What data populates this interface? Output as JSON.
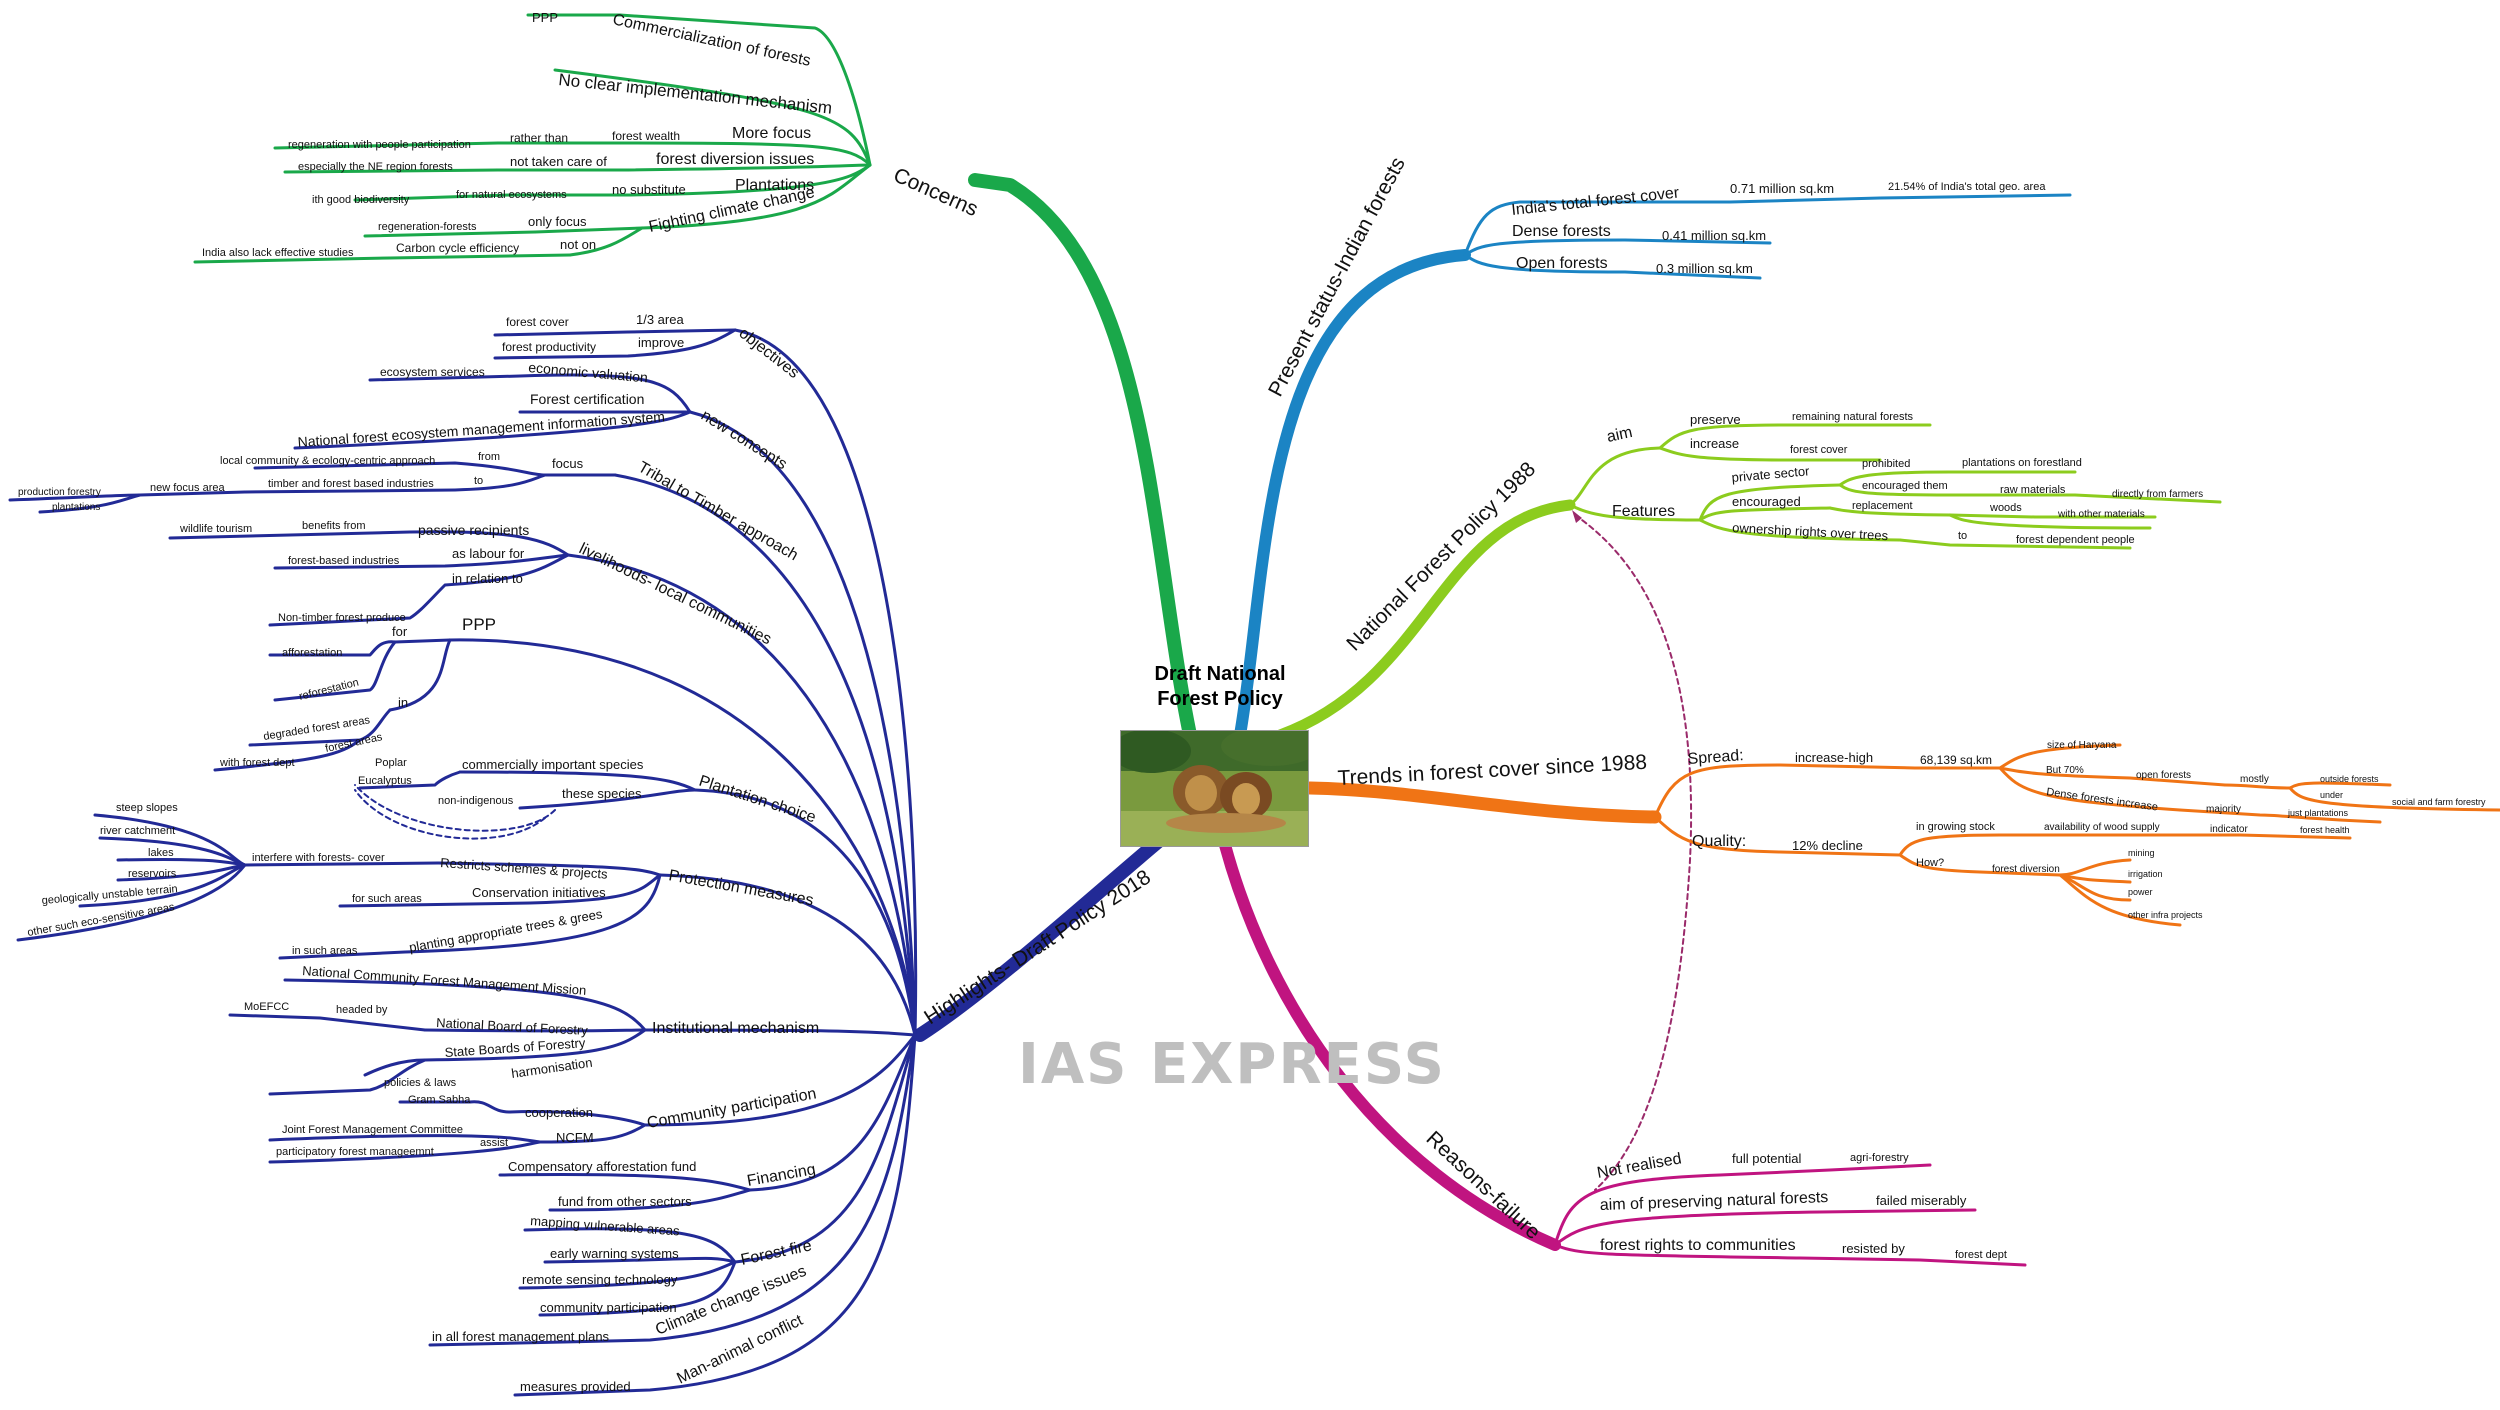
{
  "center": {
    "title_line1": "Draft National",
    "title_line2": "Forest Policy"
  },
  "watermark": "IAS EXPRESS",
  "colors": {
    "concerns": "#1aa84a",
    "highlights": "#222a96",
    "present_status": "#1b84c4",
    "nfp_1988": "#8ccc1e",
    "trends": "#f07415",
    "reasons": "#c01480",
    "dashed_links": "#9a2a6a"
  },
  "icons": {
    "center_image": "lions-photo-icon"
  },
  "branches": {
    "concerns": {
      "label": "Concerns",
      "children": {
        "ppp": "PPP",
        "commercialization": "Commercialization of forests",
        "no_clear": "No clear implementation mechanism",
        "more_focus": "More focus",
        "forest_wealth": "forest wealth",
        "rather_than": "rather than",
        "regen_people": "regeneration with people participation",
        "forest_diversion": "forest diversion issues",
        "not_taken_care": "not taken care of",
        "ne_region": "especially the NE region forests",
        "plantations": "Plantations",
        "no_substitute": "no substitute",
        "natural_ecosystems": "for natural ecosystems",
        "good_biodiversity": "ith good biodiversity",
        "fighting_climate": "Fighting climate change",
        "only_focus": "only focus",
        "regen_forests": "regeneration-forests",
        "not_on": "not on",
        "carbon_cycle": "Carbon cycle efficiency",
        "india_lack": "India also lack effective studies"
      }
    },
    "highlights": {
      "label": "Highlights- Draft Policy 2018",
      "objectives": {
        "label": "objectives",
        "area": "1/3 area",
        "forest_cover": "forest cover",
        "improve": "improve",
        "forest_productivity": "forest productivity"
      },
      "new_concepts": {
        "label": "new concepts",
        "economic_valuation": "economic valuation",
        "ecosystem_services": "ecosystem services",
        "forest_cert": "Forest certification",
        "nfemis": "National forest ecosystem management information system"
      },
      "tribal": {
        "label": "Tribal to Timber approach",
        "focus": "focus",
        "from": "from",
        "local_community": "local community & ecology-centric approach",
        "to": "to",
        "timber": "timber and forest based industries",
        "new_focus": "new focus area",
        "production_forestry": "production forestry",
        "plantations": "plantations"
      },
      "livelihoods": {
        "label": "livelihoods- local communities",
        "passive": "passive recipients",
        "benefits_from": "benefits from",
        "wildlife_tourism": "wildlife tourism",
        "as_labour": "as labour for",
        "forest_based": "forest-based industries",
        "in_relation": "in relation to",
        "ntfp": "Non-timber forest produce"
      },
      "ppp": {
        "label": "PPP",
        "for": "for",
        "afforestation": "afforestation",
        "reforestation": "reforestation",
        "in": "in",
        "degraded": "degraded forest areas",
        "forest_areas": "forest areas",
        "with_forest_dept": "with forest dept"
      },
      "plantation_choice": {
        "label": "Plantation choice",
        "commercially": "commercially important species",
        "these_species": "these species",
        "non_indigenous": "non-indigenous",
        "poplar": "Poplar",
        "eucalyptus": "Eucalyptus"
      },
      "protection": {
        "label": "Protection measures",
        "restricts": "Restricts schemes & projects",
        "interfere": "interfere with forests- cover",
        "steep_slopes": "steep slopes",
        "river_catchment": "river catchment",
        "lakes": "lakes",
        "reservoirs": "reservoirs",
        "geologically": "geologically unstable terrain",
        "eco_sensitive": "other such eco-sensitive areas",
        "conservation": "Conservation initiatives",
        "for_such_areas": "for such areas",
        "planting": "planting appropriate trees & grees",
        "in_such_areas": "in such areas"
      },
      "institutional": {
        "label": "Institutional mechanism",
        "ncfmm": "National Community Forest Management Mission",
        "nbf": "National Board of Forestry",
        "headed_by": "headed by",
        "moefcc": "MoEFCC",
        "sbf": "State Boards of Forestry",
        "harmonisation": "harmonisation",
        "policies_laws": "policies & laws"
      },
      "community": {
        "label": "Community participation",
        "cooperation": "cooperation",
        "gram_sabha": "Gram Sabha",
        "ncfm": "NCFM",
        "jfmc": "Joint Forest Management Committee",
        "assist": "assist",
        "participatory": "participatory forest manageemnt"
      },
      "financing": {
        "label": "Financing",
        "compensatory": "Compensatory afforestation fund",
        "fund_other": "fund from other sectors"
      },
      "forest_fire": {
        "label": "Forest fire",
        "mapping": "mapping vulnerable areas",
        "early_warning": "early warning systems",
        "remote_sensing": "remote sensing technology",
        "community_participation": "community participation"
      },
      "climate": {
        "label": "Climate change issues",
        "in_all": "in all forest management plans"
      },
      "man_animal": {
        "label": "Man-animal conflict",
        "measures": "measures provided"
      }
    },
    "present_status": {
      "label": "Present status-Indian forests",
      "total_cover": "India's total forest cover",
      "total_value": "0.71 million sq.km",
      "total_pct": "21.54% of India's total geo. area",
      "dense": "Dense forests",
      "dense_value": "0.41 million sq.km",
      "open": "Open forests",
      "open_value": "0.3 million sq.km"
    },
    "nfp_1988": {
      "label": "National Forest Policy 1988",
      "aim": "aim",
      "preserve": "preserve",
      "remaining": "remaining natural forests",
      "increase": "increase",
      "forest_cover": "forest cover",
      "features": "Features",
      "private_sector": "private sector",
      "prohibited": "prohibited",
      "plantations_forestland": "plantations on forestland",
      "encouraged_them": "encouraged them",
      "raw_materials": "raw materials",
      "directly_farmers": "directly from farmers",
      "encouraged": "encouraged",
      "replacement": "replacement",
      "woods": "woods",
      "other_materials": "with other materials",
      "ownership": "ownership rights over trees",
      "to": "to",
      "forest_dependent": "forest dependent people"
    },
    "trends": {
      "label": "Trends in forest cover since 1988",
      "spread": "Spread:",
      "increase_high": "increase-high",
      "sq_km": "68,139 sq.km",
      "size_haryana": "size of Haryana",
      "but_70": "But 70%",
      "open_forests": "open forests",
      "mostly": "mostly",
      "outside_forests": "outside forests",
      "under": "under",
      "social_farm": "social and farm forestry",
      "dense_increase": "Dense forests increase",
      "majority": "majority",
      "just_plantations": "just plantations",
      "quality": "Quality:",
      "decline": "12% decline",
      "growing_stock": "in growing stock",
      "wood_supply": "availability of wood supply",
      "indicator": "indicator",
      "forest_health": "forest health",
      "how": "How?",
      "forest_diversion": "forest diversion",
      "mining": "mining",
      "irrigation": "irrigation",
      "power": "power",
      "other_infra": "other infra projects"
    },
    "reasons": {
      "label": "Reasons-failure",
      "not_realised": "Not realised",
      "full_potential": "full potential",
      "agri_forestry": "agri-forestry",
      "aim_preserving": "aim of preserving natural forests",
      "failed": "failed miserably",
      "rights": "forest rights to communities",
      "resisted": "resisted by",
      "forest_dept": "forest dept"
    }
  }
}
